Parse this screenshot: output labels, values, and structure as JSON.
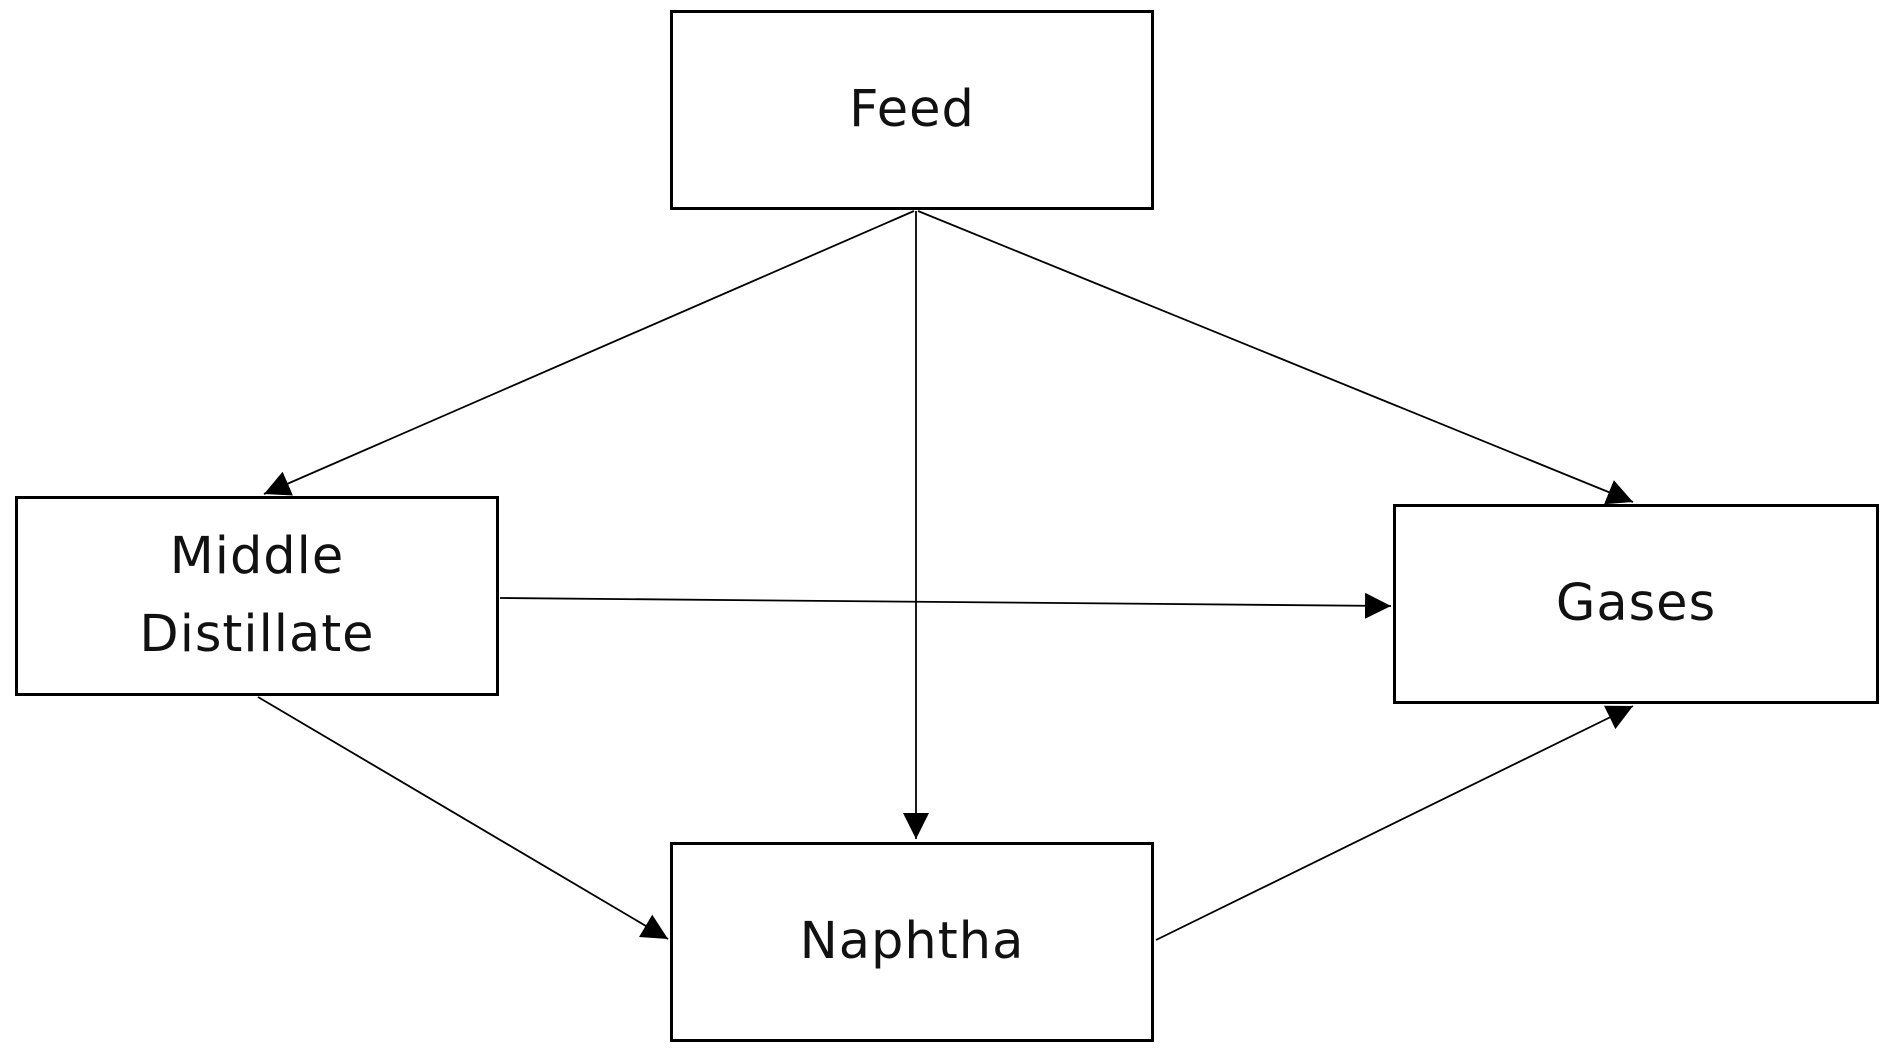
{
  "nodes": {
    "feed": {
      "label": "Feed"
    },
    "middle_distillate": {
      "label_line1": "Middle",
      "label_line2": "Distillate"
    },
    "gases": {
      "label": "Gases"
    },
    "naphtha": {
      "label": "Naphtha"
    }
  },
  "edges": [
    {
      "from": "Feed",
      "to": "Middle Distillate"
    },
    {
      "from": "Feed",
      "to": "Naphtha"
    },
    {
      "from": "Feed",
      "to": "Gases"
    },
    {
      "from": "Middle Distillate",
      "to": "Gases"
    },
    {
      "from": "Middle Distillate",
      "to": "Naphtha"
    },
    {
      "from": "Naphtha",
      "to": "Gases"
    }
  ],
  "colors": {
    "line": "#000000",
    "background": "#ffffff"
  }
}
